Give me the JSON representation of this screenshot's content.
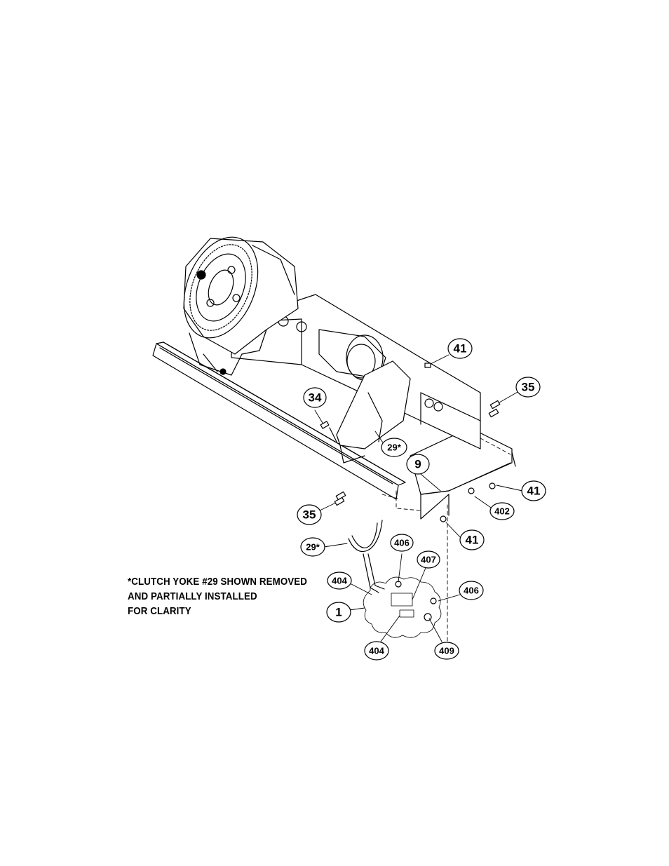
{
  "note": {
    "line1": "*CLUTCH YOKE #29 SHOWN REMOVED",
    "line2": "AND PARTIALLY INSTALLED",
    "line3": "FOR CLARITY"
  },
  "callouts": {
    "c41_top": "41",
    "c35_top": "35",
    "c34": "34",
    "c29_mid": "29*",
    "c9": "9",
    "c41_right": "41",
    "c402": "402",
    "c35_left": "35",
    "c41_bottom": "41",
    "c29_lower": "29*",
    "c406_top": "406",
    "c407": "407",
    "c404_left": "404",
    "c406_right": "406",
    "c1": "1",
    "c404_bottom": "404",
    "c409": "409"
  }
}
